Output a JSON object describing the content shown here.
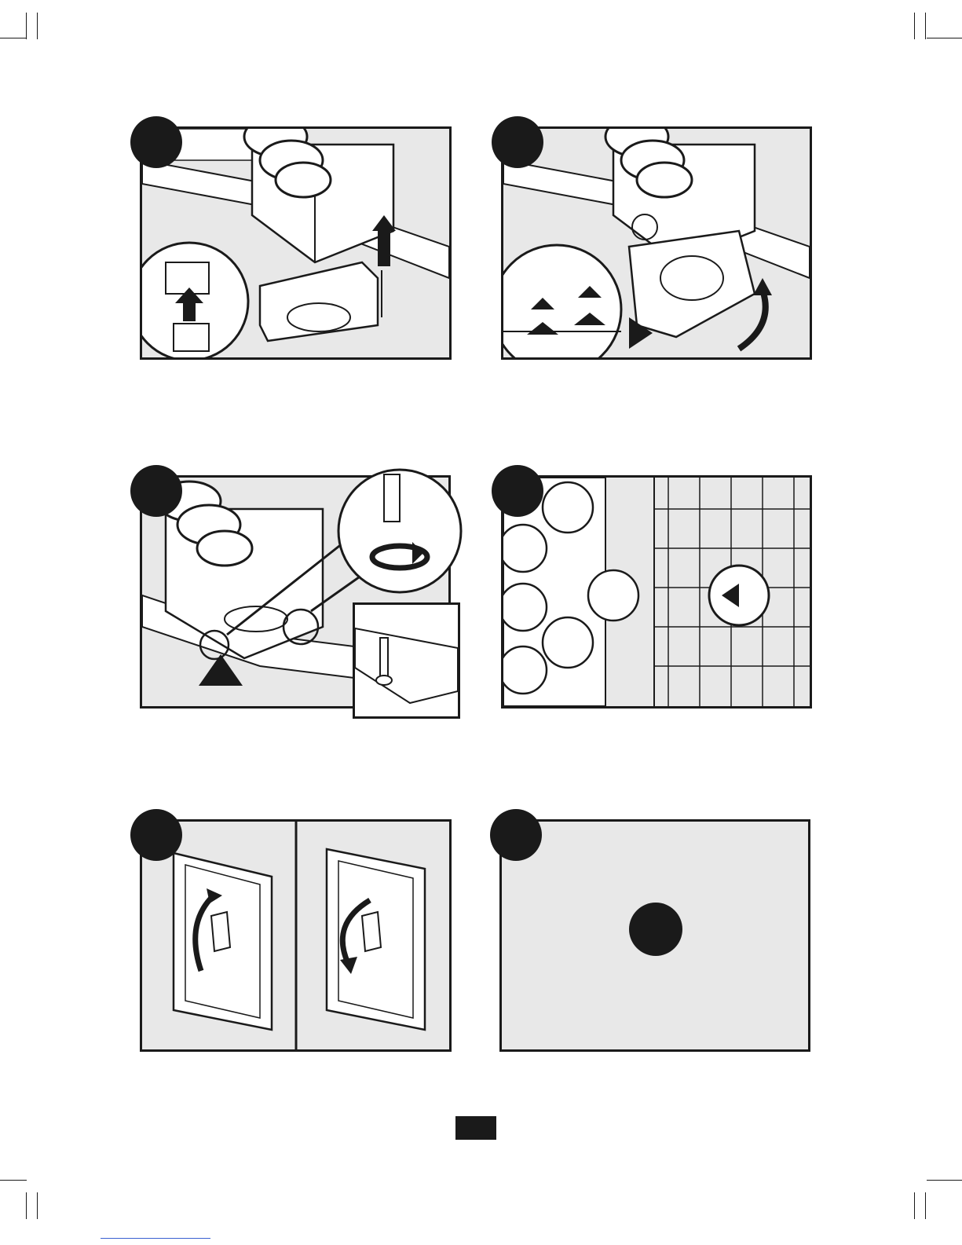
{
  "page": {
    "page_number": "",
    "colors": {
      "ink": "#1a1a1a",
      "panel_fill": "#e8e8e8",
      "paper": "#ffffff"
    }
  },
  "steps": [
    {
      "id": "step-1",
      "illustration": "disconnect-plug-lift-blower"
    },
    {
      "id": "step-2",
      "illustration": "hook-tabs-swing-blower-up"
    },
    {
      "id": "step-3",
      "illustration": "tighten-mounting-screws"
    },
    {
      "id": "step-4",
      "illustration": "restore-power-at-panel"
    },
    {
      "id": "step-5",
      "illustration": "switch-on-off"
    },
    {
      "id": "step-6",
      "illustration": "blank-panel"
    }
  ]
}
